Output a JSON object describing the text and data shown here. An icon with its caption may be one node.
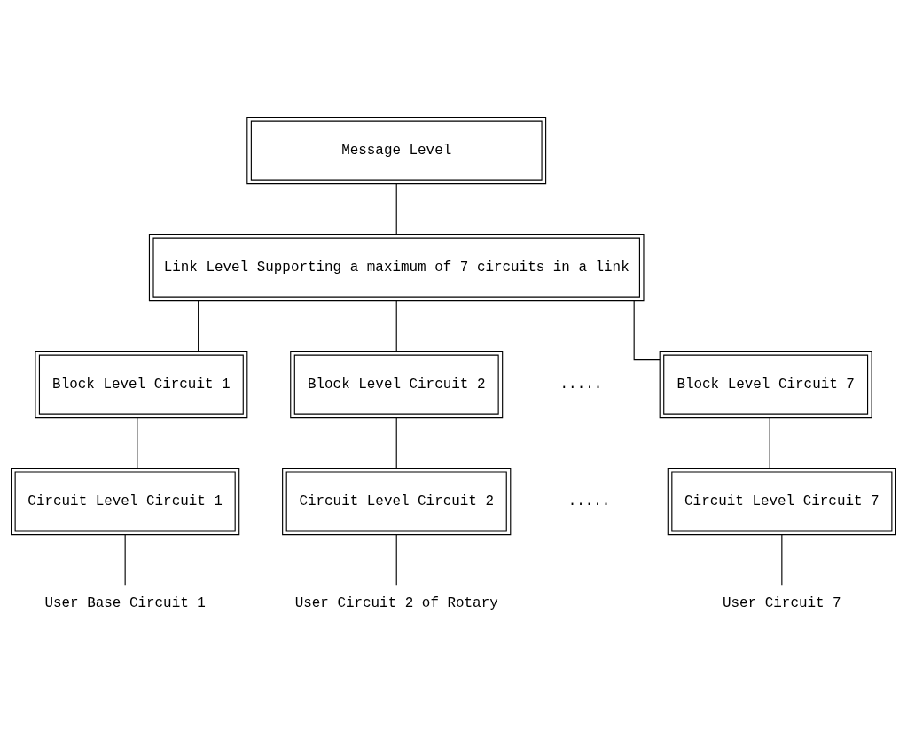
{
  "diagram": {
    "nodes": [
      {
        "text": [
          "Message Level"
        ]
      },
      {
        "text": [
          "Link Level Supporting a maximum of 7 circuits in a link"
        ]
      },
      {
        "text": [
          "Block Level Circuit 1"
        ]
      },
      {
        "text": [
          "Block Level Circuit 2"
        ]
      },
      {
        "text": [
          "Block Level Circuit 7"
        ]
      },
      {
        "text": [
          "Circuit Level Circuit 1"
        ]
      },
      {
        "text": [
          "Circuit Level Circuit 2"
        ]
      },
      {
        "text": [
          "Circuit Level Circuit 7"
        ]
      },
      {
        "text": [
          "User Base Circuit 1"
        ]
      },
      {
        "text": [
          "User Circuit 2 of Rotary"
        ]
      },
      {
        "text": [
          "User Circuit 7"
        ]
      }
    ],
    "edges": [
      {
        "from": 0,
        "to": 1,
        "arrow": "none"
      },
      {
        "from": 1,
        "to": 2,
        "arrow": "none"
      },
      {
        "from": 1,
        "to": 3,
        "arrow": "none"
      },
      {
        "from": 1,
        "to": 4,
        "arrow": "none"
      },
      {
        "from": 2,
        "to": 5,
        "arrow": "none"
      },
      {
        "from": 3,
        "to": 6,
        "arrow": "none"
      },
      {
        "from": 4,
        "to": 7,
        "arrow": "none"
      },
      {
        "from": 5,
        "to": 8,
        "arrow": "none"
      },
      {
        "from": 6,
        "to": 9,
        "arrow": "none"
      },
      {
        "from": 7,
        "to": 10,
        "arrow": "none"
      }
    ],
    "labels": [
      ".....",
      "....."
    ]
  }
}
